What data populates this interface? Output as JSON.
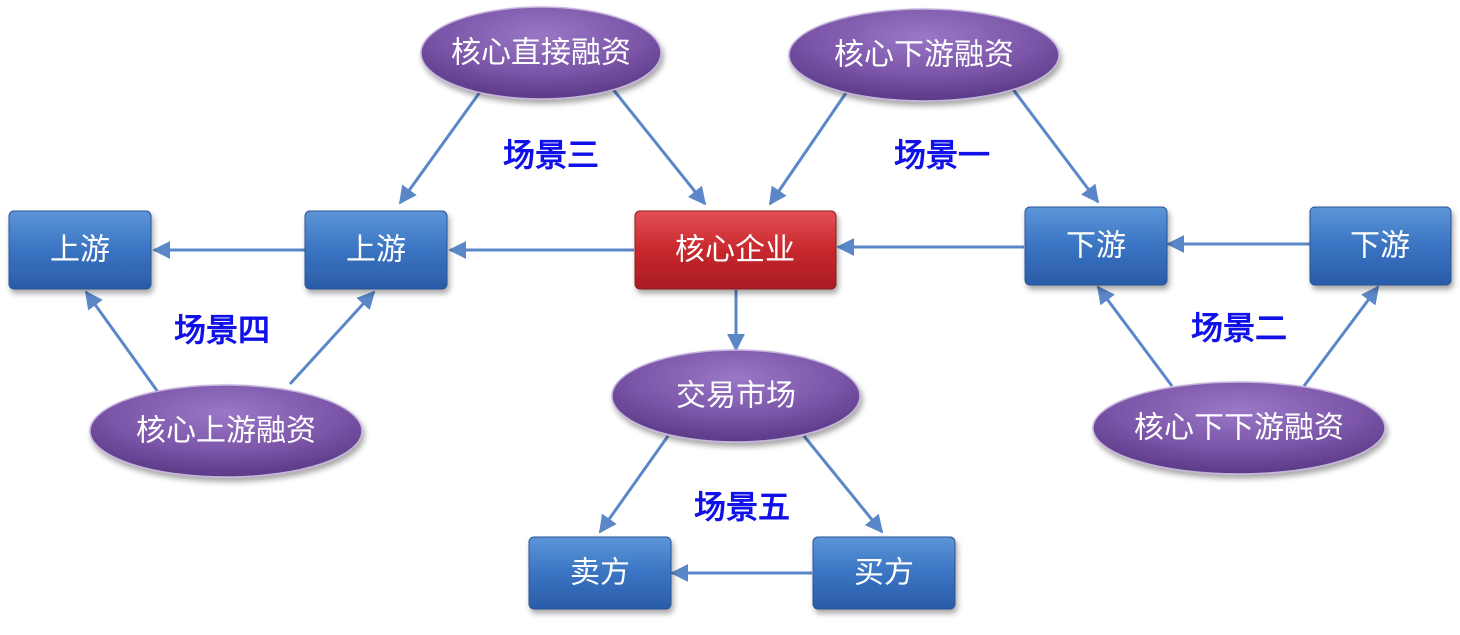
{
  "nodes": {
    "core_enterprise": "核心企业",
    "upstream_outer": "上游",
    "upstream_inner": "上游",
    "downstream_inner": "下游",
    "downstream_outer": "下游",
    "seller": "卖方",
    "buyer": "买方"
  },
  "financing": {
    "core_direct": "核心直接融资",
    "core_downstream": "核心下游融资",
    "core_upstream": "核心上游融资",
    "core_down_downstream": "核心下下游融资",
    "market": "交易市场"
  },
  "scenes": {
    "scene1": "场景一",
    "scene2": "场景二",
    "scene3": "场景三",
    "scene4": "场景四",
    "scene5": "场景五"
  },
  "colors": {
    "box_blue": "#3a74c2",
    "box_red": "#c8282d",
    "ellipse_purple": "#7b55a8",
    "arrow": "#5b87c8",
    "scene_label": "#1010e8"
  }
}
